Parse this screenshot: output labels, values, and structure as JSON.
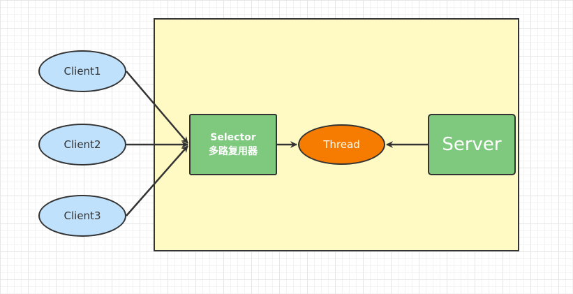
{
  "nodes": {
    "client1": "Client1",
    "client2": "Client2",
    "client3": "Client3",
    "selector_line1": "Selector",
    "selector_line2": "多路复用器",
    "thread": "Thread",
    "server": "Server"
  },
  "colors": {
    "container_fill": "#fff9c4",
    "client_fill": "#bfe1fb",
    "selector_fill": "#7ec97e",
    "thread_fill": "#f57c00",
    "server_fill": "#7ec97e",
    "stroke": "#333333"
  },
  "edges": [
    {
      "from": "Client1",
      "to": "Selector"
    },
    {
      "from": "Client2",
      "to": "Selector"
    },
    {
      "from": "Client3",
      "to": "Selector"
    },
    {
      "from": "Selector",
      "to": "Thread"
    },
    {
      "from": "Server",
      "to": "Thread"
    }
  ]
}
